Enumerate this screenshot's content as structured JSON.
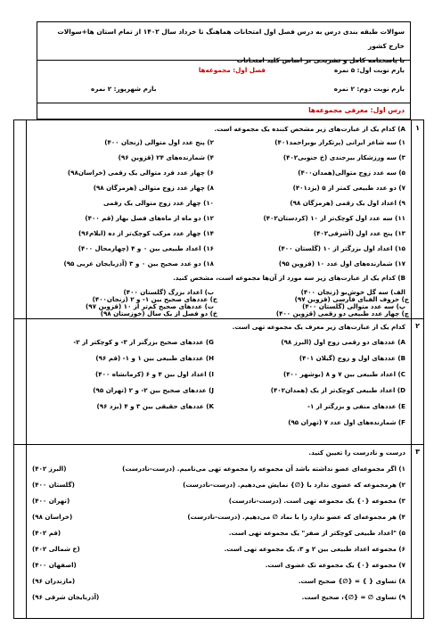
{
  "header": {
    "title_line1": "سوالات طبقه بندی درس به درس فصل اول امتحانات هماهنگ تا خرداد سال ۱۴۰۲ از تمام استان ها+سوالات خارج کشور",
    "title_line2": "با پاسخنامه کامل و تشریحی بر اساس کلید امتحانات"
  },
  "info": {
    "score1": "بارم نوبت اول: ۵ نمره",
    "chapter": "فصل اول: مجموعه‌ها",
    "score2": "بارم نوبت دوم: ۲ نمره",
    "score3": "بارم شهریور: ۲ نمره"
  },
  "lesson": "درس اول: معرفی مجموعه‌ها",
  "questions": {
    "q1": {
      "num": "۱",
      "partA": "A) کدام یک از عبارت‌های زیر مشخص کننده یک مجموعه است.",
      "right": [
        "۱) سه شاعر ایرانی (پرتکرار بوبراحمد۴۰۱)",
        "۳) سه ورزشکار بیرجندی (خ جنوبی۴۰۲)",
        "۵) سه عدد زوج متوالی(همدان۴۰۰)",
        "۷) دو عدد طبیعی کمتر از ۵ (یزد۴۰۱)",
        "۹) اعداد اول یک رقمی (هرمزگان ۹۸)",
        "۱۱) سه عدد اول کوچک‌تر از ۱۰ (کردستان۴۰۲)",
        "۱۳) پنج عدد اول (آشرفی۴۰۲)",
        "۱۵) اعداد اول بزرگتر از ۱۰ (گلستان ۴۰۰)",
        "۱۷) شمارنده‌های اول عدد ۱۰ (قزوین ۹۵)"
      ],
      "left": [
        "۲) پنج عدد اول متوالی (زنجان ۴۰۰)",
        "۴) شمارنده‌های ۲۴ (قزوین ۹۶)",
        "۶) چهار عدد فرد متوالی یک رقمی (خراسان۹۸)",
        "۸) چهار عدد زوج متوالی (هرمزگان ۹۸)",
        "۱۰) چهار عدد زوج متوالی یک رقمی",
        "۱۲) دو ماه از ماه‌های فصل بهار (قم ۴۰۰)",
        "۱۴) چهار عدد مرکب کوچک‌تر از ده (ایلام۹۶)",
        "۱۶) اعداد طبیعی بین ۰ و ۴ (چهارمحال ۴۰۰)",
        "۱۸) دو عدد صحیح بین ۰ و ۳ (آذربایجان غربی ۹۵)"
      ],
      "partB": "B) کدام یک از عبارت‌های زیر سه مورد از آن‌ها مجموعه است، مشخص کنید.",
      "b_right": [
        "الف) سه گل خوش‌بو (زنجان ۴۰۰)",
        "پ) سه عدد متوالی (گلستان ۴۰۰)",
        "ج) حروف الفبای فارسی (قزوین ۹۷)",
        "چ) چهار عدد طبیعی دو رقمی (قزوین ۴۰۰)"
      ],
      "b_left": [
        "ب) اعداد بزرگ (گلستان ۴۰۰)",
        "ت) عددهای صحیح کم‌تر از ۱۰ (قزوین ۹۷)",
        "ح) عددهای صحیح بین ۱- و ۲ (زنجان۴۰۰)",
        "خ) دو فصل از یک سال (خوزستان ۹۸)"
      ]
    },
    "q2": {
      "num": "۲",
      "intro": "کدام یک از عبارت‌های زیر معرف یک مجموعه تهی است.",
      "right": [
        "A) عددهای دو رقمی زوج اول (البرز ۹۸)",
        "B) عددهای اول و زوج (گیلان ۴۰۱)",
        "C) اعداد طبیعی بین ۷ و ۸ (بوشهر ۴۰۰)",
        "D) اعداد طبیعی کوچک‌تر از یک (همدان۴۰۲)",
        "E) عددهای منفی و بزرگتر از ۱-",
        "F) شمارنده‌های اول عدد ۷ (تهران ۹۵)"
      ],
      "left": [
        "G) عددهای صحیح بزرگتر از ۳- و کوچکتر از ۲-",
        "H) عددهای طبیعی بین ۱ و ۱- (قم ۹۶)",
        "I) اعداد اول بین ۴ و ۶ (کرمانشاه ۴۰۰)",
        "J) عددهای صحیح بین ۲- و ۲ (تهران ۹۵)",
        "K) عددهای حقیقی بین ۳ و ۴ (یزد ۹۶)"
      ]
    },
    "q3": {
      "num": "۳",
      "intro": "درست و نادرست را تعیین کنید.",
      "items": [
        {
          "text": "۱) اگر مجموعه‌ای عضو نداشته باشد آن مجموعه را مجموعه تهی می‌نامیم. (درست-نادرست)",
          "src": "(البرز ۴۰۲)"
        },
        {
          "text": "۲) هرمجموعه که عضوی ندارد با {∅} نمایش می‌دهیم. (درست-نادرست)",
          "src": "(گلستان ۴۰۰)"
        },
        {
          "text": "۳) مجموعه {۰} یک مجموعه تهی است. (درست-نادرست)",
          "src": "(تهران ۴۰۰)"
        },
        {
          "text": "۴) هر مجموعه‌ای که عضو ندارد را با نماد ∅ می‌دهیم. (درست-نادرست)",
          "src": "(خراسان ۹۸)"
        },
        {
          "text": "۵) \"اعداد طبیعی کوچکتر از صفر\" یک مجموعه تهی است.",
          "src": "(قم ۴۰۲)"
        },
        {
          "text": "۶) مجموعه اعداد طبیعی بین ۲ و ۳، یک مجموعه تهی است.",
          "src": "(خ شمالی ۴۰۲)"
        },
        {
          "text": "۷) مجموعه {۰} یک مجموعه تک عضوی است.",
          "src": "(اصفهان ۴۰۰)"
        },
        {
          "text": "۸) تساوی { } = {∅} صحیح است.",
          "src": "(مازندران ۹۶)"
        },
        {
          "text": "۹) تساوی ∅ = {∅}، صحیح است.",
          "src": "(آذربایجان شرقی ۹۶)"
        }
      ]
    }
  }
}
